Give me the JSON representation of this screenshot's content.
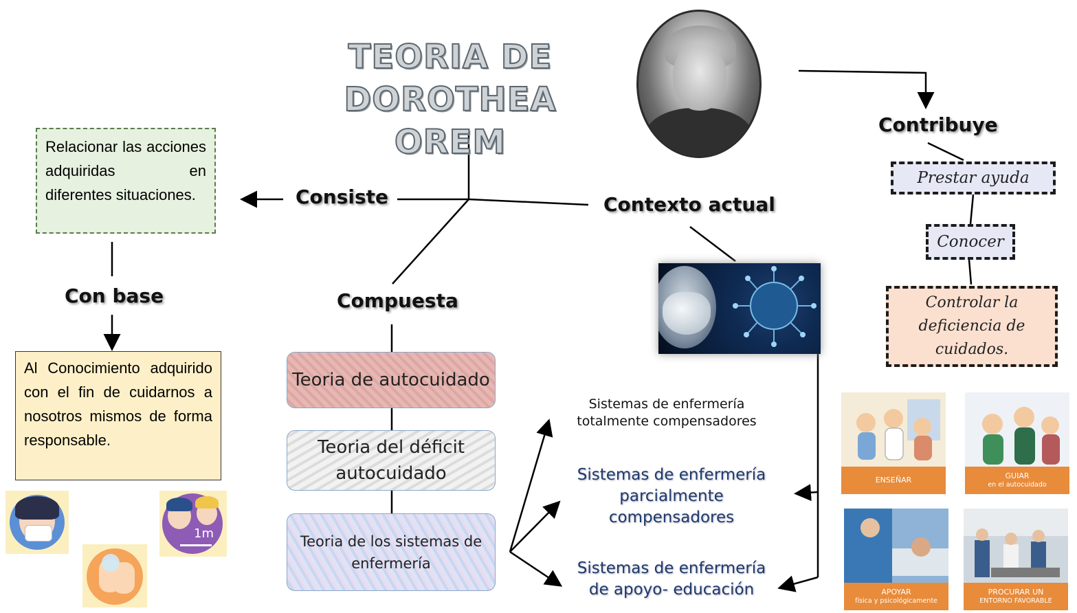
{
  "title": {
    "line1": "TEORIA DE",
    "line2": "DOROTHEA OREM"
  },
  "labels": {
    "consiste": "Consiste",
    "con_base": "Con base",
    "compuesta": "Compuesta",
    "contexto_actual": "Contexto actual",
    "contribuye": "Contribuye"
  },
  "consiste_box": {
    "text": "Relacionar las acciones adquiridas en diferentes situaciones."
  },
  "con_base_box": {
    "text": "Al Conocimiento adquirido con el fin de cuidarnos a nosotros mismos de forma responsable."
  },
  "theories": [
    {
      "label": "Teoria de autocuidado"
    },
    {
      "label": "Teoria del déficit autocuidado"
    },
    {
      "label": "Teoria de los sistemas de enfermería"
    }
  ],
  "systems": [
    {
      "label": "Sistemas de enfermería totalmente compensadores"
    },
    {
      "label": "Sistemas de enfermería parcialmente compensadores"
    },
    {
      "label": "Sistemas de enfermería de apoyo- educación"
    }
  ],
  "contribuye_items": [
    {
      "label": "Prestar ayuda"
    },
    {
      "label": "Conocer"
    },
    {
      "label": "Controlar la deficiencia de cuidados."
    }
  ],
  "picture_cards": [
    {
      "title": "ENSEÑAR",
      "subtitle": ""
    },
    {
      "title": "GUIAR",
      "subtitle": "en el autocuidado"
    },
    {
      "title": "APOYAR",
      "subtitle": "física y psicológicamente"
    },
    {
      "title": "PROCURAR UN",
      "subtitle": "ENTORNO FAVORABLE"
    }
  ],
  "icon_tiles": [
    {
      "text": "1m"
    }
  ],
  "colors": {
    "green_box": "#e6f1e0",
    "yellow_box": "#fdf0c8",
    "card_band": "#e88b3a",
    "system_text": "#1f3a6b"
  }
}
